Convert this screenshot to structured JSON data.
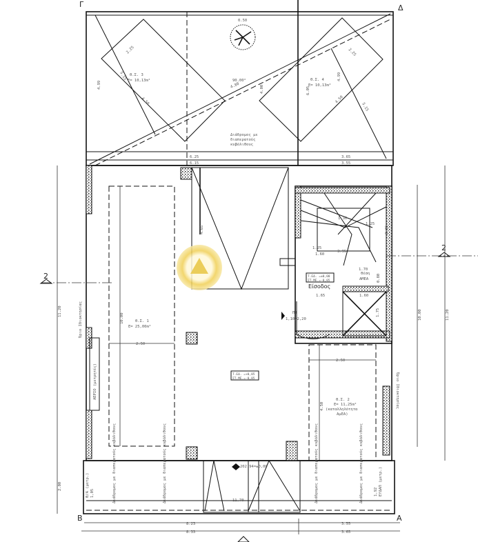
{
  "corners": {
    "top_left": "Γ",
    "top_right": "Δ",
    "bottom_left": "Β",
    "bottom_right": "Α"
  },
  "section_mark": "2",
  "parking": [
    {
      "name": "Θ.Σ. 1",
      "area": "E= 25,00m²",
      "length": "10.00",
      "width": "2.50"
    },
    {
      "name": "Θ.Σ. 2",
      "area": "E= 11,25m²",
      "note": "(καταλληλότητα",
      "note2": "ΑμΕΑ)",
      "length": "4.50",
      "width": "2.50"
    },
    {
      "name": "Θ.Σ. 3",
      "area": "E= 10,13m²",
      "d1": "2.25",
      "d2": "5.15",
      "d3": "4.50",
      "d4": "4.99"
    },
    {
      "name": "Θ.Σ. 4",
      "area": "E= 10,13m²",
      "d1": "2.25",
      "d2": "5.15",
      "d3": "4.50",
      "d4": "4.99",
      "d5": "6.05"
    }
  ],
  "courtyard": {
    "angle": "90.00°",
    "diag": "4.80",
    "vert": "4.00",
    "walkway": [
      "Διάδρομος με",
      "διαπερατούς",
      "κυβόλιθους"
    ],
    "dim_inner_left": "6.15",
    "dim_outer_left": "6.25",
    "dim_inner_right": "3.55",
    "dim_outer_right": "3.65",
    "tree_dim": "0.50"
  },
  "ramp": {
    "length": "4.65"
  },
  "stair": {
    "d1": "1.30",
    "d2": "1.25",
    "d3": "2.15",
    "d4": "1.25",
    "d5": "1.60",
    "d6": "3.95",
    "d7": "1.70",
    "d8": "0.80",
    "d9": "1.65",
    "d10": "1.60",
    "d11": "1.75",
    "accessible_spot": [
      "θέση",
      "ΑΜΕΑ"
    ],
    "entrance": "Είσοδος",
    "door_code": "Π1",
    "door_size": "1,10/2,20",
    "level": [
      "Τ.ΕΔ. =±0,00",
      "ΣΤ.ΜΕ.=-0,05"
    ]
  },
  "center_level": [
    "Τ.ΕΔ. =+0,05",
    "ΣΤ.ΜΕ.=-0,05"
  ],
  "left_side": {
    "meters": "ΑΕΡΙΟ (μετρητές)",
    "boundary": "Όριο Ιδιοκτησίας"
  },
  "right_side": {
    "boundary": "Όριο Ιδιοκτησίας"
  },
  "front": {
    "elevation": "202.94=±0,00",
    "width": "11,70",
    "left_meter": "Θ/Α (μετρ.)",
    "left_meter_h": "1,05",
    "right_meter": "ΕΥΔΑΠ (μετρ.)",
    "right_meter_h": "1,92",
    "walkway": "Διάδρομος με διαπερατούς κυβόλιθους"
  },
  "dims": {
    "left_total": "11.20",
    "left_front": "2.00",
    "right_inner": "10.00",
    "right_total": "11.20",
    "bottom_a": "8.23",
    "bottom_b": "3.55",
    "bottom_c": "8.33",
    "bottom_d": "3.65"
  },
  "colors": {
    "watermark": "#e9c84a"
  }
}
